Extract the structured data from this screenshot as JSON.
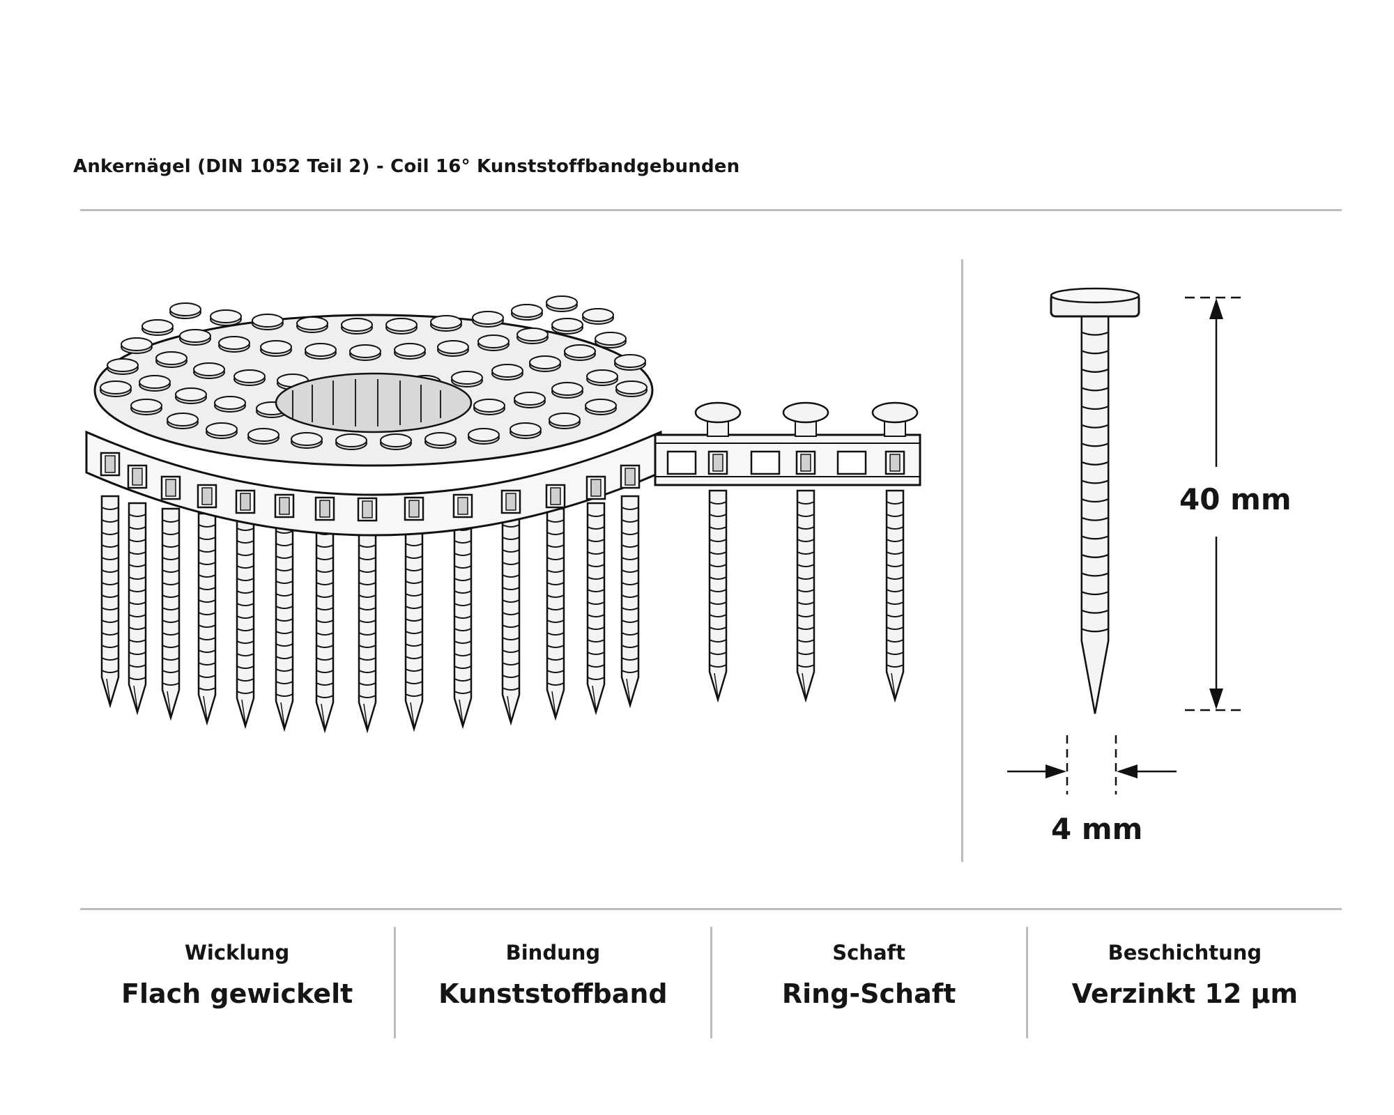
{
  "header": {
    "title": "Ankernägel (DIN 1052 Teil 2) - Coil 16° Kunststoffbandgebunden"
  },
  "dimensions": {
    "length_label": "40 mm",
    "diameter_label": "4 mm"
  },
  "specs": [
    {
      "label": "Wicklung",
      "value": "Flach gewickelt"
    },
    {
      "label": "Bindung",
      "value": "Kunststoffband"
    },
    {
      "label": "Schaft",
      "value": "Ring-Schaft"
    },
    {
      "label": "Beschichtung",
      "value": "Verzinkt 12 µm"
    }
  ],
  "icons": {
    "coil_illustration": "nail-coil-icon",
    "single_nail": "ring-shank-nail-icon",
    "length_dimension": "dimension-arrow-vertical-icon",
    "diameter_dimension": "dimension-arrow-horizontal-icon"
  }
}
